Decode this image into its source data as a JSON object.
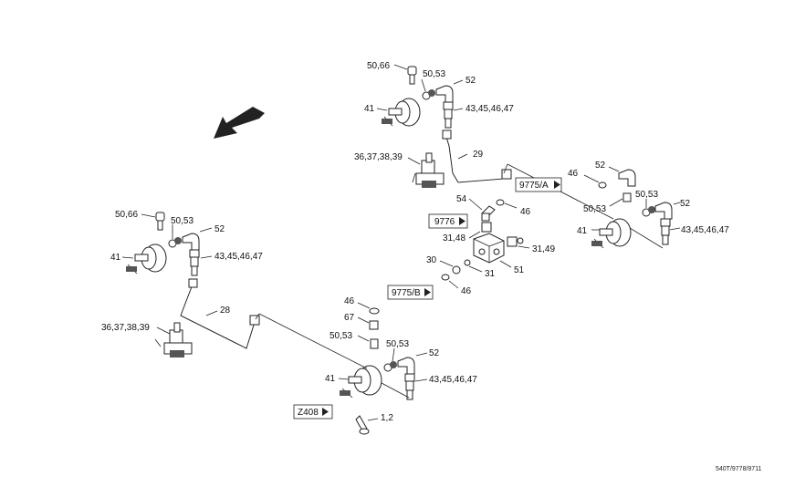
{
  "diagram": {
    "labels": {
      "l1_50_66": "50,66",
      "l1_50_53": "50,53",
      "l1_52": "52",
      "l1_41": "41",
      "l1_43": "43,45,46,47",
      "l1_29": "29",
      "l1_36": "36,37,38,39",
      "l2_50_66": "50,66",
      "l2_50_53": "50,53",
      "l2_52": "52",
      "l2_41": "41",
      "l2_43": "43,45,46,47",
      "l2_28": "28",
      "l2_36": "36,37,38,39",
      "r_46": "46",
      "r_52": "52",
      "r_50_53a": "50,53",
      "r_50_53b": "50,53",
      "r_52b": "52",
      "r_41": "41",
      "r_43": "43,45,46,47",
      "c_54": "54",
      "c_46": "46",
      "c_31_48": "31,48",
      "c_31_49": "31,49",
      "c_30": "30",
      "c_31": "31",
      "c_51": "51",
      "c_46b": "46",
      "b_46": "46",
      "b_67": "67",
      "b_50_53": "50,53",
      "b_50_53b": "50,53",
      "b_52": "52",
      "b_41": "41",
      "b_43": "43,45,46,47",
      "b_1_2": "1,2"
    },
    "refs": {
      "r9775a": "9775/A",
      "r9776": "9776",
      "r9775b": "9775/B",
      "rz408": "Z408"
    },
    "footer_code": "540T/9778/9711"
  }
}
